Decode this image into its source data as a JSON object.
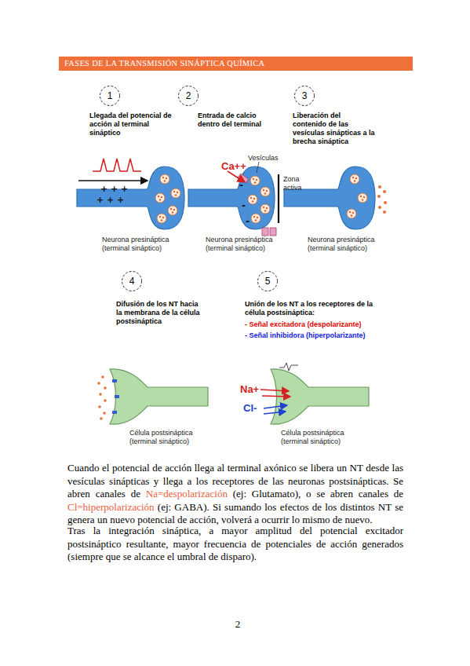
{
  "diagram": {
    "title": "FASES DE LA TRANSMISIÓN SINÁPTICA QUÍMICA",
    "nodes": [
      {
        "text": [
          "1"
        ]
      },
      {
        "text": [
          "2"
        ]
      },
      {
        "text": [
          "3"
        ]
      },
      {
        "text": [
          "4"
        ]
      },
      {
        "text": [
          "5"
        ]
      }
    ],
    "labels": [
      "Llegada del potencial de acción al terminal sináptico",
      "Entrada de calcio dentro del terminal",
      "Liberación del contenido de las vesículas sinápticas a la brecha sináptica",
      "+ + +",
      "+ + +",
      "Ca++",
      "Vesículas",
      "Zona activa",
      "-",
      "-",
      "-",
      "Neurona presináptica (terminal sináptico)",
      "Neurona presináptica (terminal sináptico)",
      "Neurona presináptica (terminal sináptico)",
      "Difusión de los NT hacia la membrana de la célula postsináptica",
      "Unión de los NT a los receptores de la célula postsináptica:",
      "- Señal excitadora (despolarizante)",
      "- Señal inhibidora (hiperpolarizante)",
      "Célula postsináptica (terminal sináptico)",
      "Na+",
      "Cl-",
      "Célula postsináptica (terminal sináptico)",
      "Cuando el potencial de acción llega al terminal axónico se libera un NT desde las vesículas sinápticas y llega a los receptores de las neuronas postsinápticas. Se abren canales de",
      "Na=despolarización",
      "(ej: Glutamato), o se abren canales de",
      "Cl=hiperpolarización",
      "(ej: GABA). Si sumando los efectos de los distintos NT se genera un nuevo potencial de acción, volverá a ocurrir lo mismo de nuevo.",
      "Tras la integración sináptica, a mayor amplitud del potencial excitador postsináptico resultante, mayor frecuencia de potenciales de acción generados (siempre que se alcance el umbral de disparo).",
      "2"
    ]
  }
}
